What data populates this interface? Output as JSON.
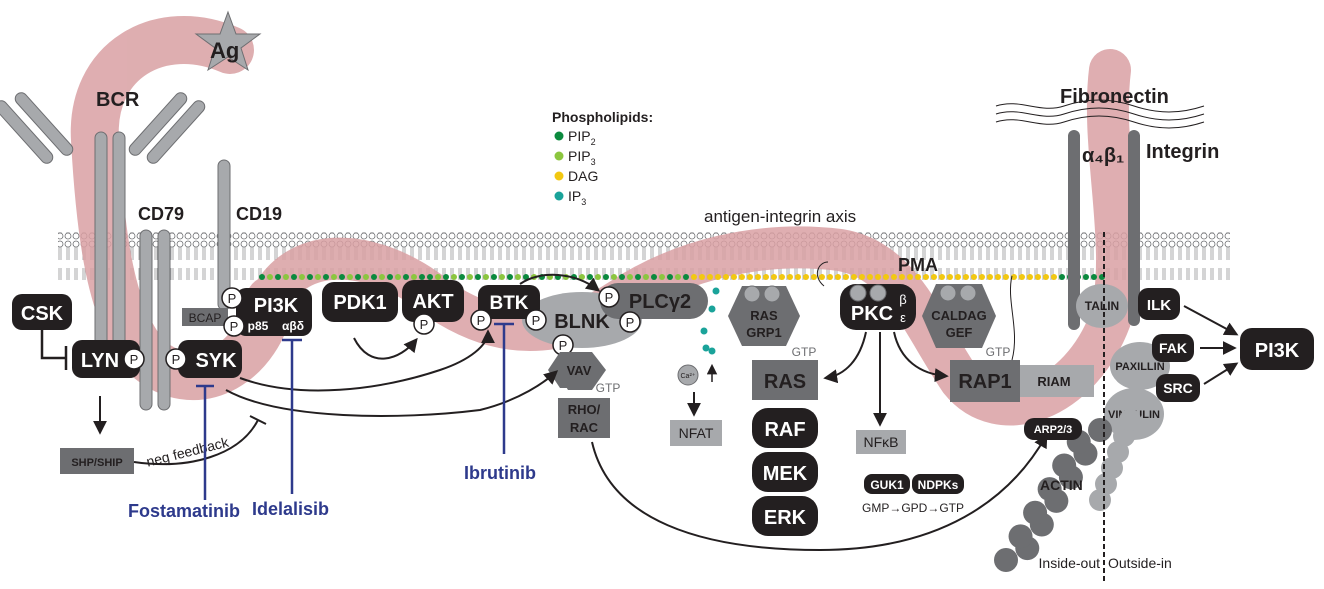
{
  "labels": {
    "ag": "Ag",
    "bcr": "BCR",
    "cd79": "CD79",
    "cd19": "CD19",
    "csk": "CSK",
    "lyn": "LYN",
    "syk": "SYK",
    "pi3k_left": "PI3K",
    "p85": "p85",
    "abd": "αβδ",
    "bcap": "BCAP",
    "pdk1": "PDK1",
    "akt": "AKT",
    "btk": "BTK",
    "blnk": "BLNK",
    "plcg2": "PLCγ2",
    "vav": "VAV",
    "vav_gtp": "GTP",
    "rho_rac_1": "RHO/",
    "rho_rac_2": "RAC",
    "shp": "SHP/SHIP",
    "neg_feedback": "neg feedback",
    "fostamatinib": "Fostamatinib",
    "idelalisib": "Idelalisib",
    "ibrutinib": "Ibrutinib",
    "p": "P",
    "nfat": "NFAT",
    "ca": "Ca²⁺",
    "ras_grp1_1": "RAS",
    "ras_grp1_2": "GRP1",
    "ras": "RAS",
    "ras_gtp": "GTP",
    "raf": "RAF",
    "mek": "MEK",
    "erk": "ERK",
    "pkc": "PKC",
    "pkc_beta": "β",
    "pkc_eps": "ε",
    "caldag_1": "CALDAG",
    "caldag_2": "GEF",
    "rap1": "RAP1",
    "rap1_gtp": "GTP",
    "pma": "PMA",
    "nfkb": "NFκB",
    "guk1": "GUK1",
    "ndpks": "NDPKs",
    "gmp_line": "GMP→GPD→GTP",
    "axis": "antigen-integrin axis",
    "phospholipids": "Phospholipids:",
    "pip2": "PIP",
    "pip2_sub": "2",
    "pip3": "PIP",
    "pip3_sub": "3",
    "dag": "DAG",
    "ip3": "IP",
    "ip3_sub": "3",
    "fibronectin": "Fibronectin",
    "a4b1": "α₄β₁",
    "integrin": "Integrin",
    "talin": "TALIN",
    "ilk": "ILK",
    "fak": "FAK",
    "src": "SRC",
    "paxillin": "PAXILLIN",
    "vinculin": "VINCULIN",
    "riam": "RIAM",
    "arp": "ARP2/3",
    "actin": "ACTIN",
    "pi3k_right": "PI3K",
    "inside_out": "Inside-out",
    "outside_in": "Outside-in"
  },
  "colors": {
    "dark_node": "#231f20",
    "grey_node": "#6d6e71",
    "light_grey": "#a7a9ac",
    "pink_path": "#d9a0a3",
    "drug_blue": "#2e3a8c",
    "pip2": "#0b8a3e",
    "pip3": "#8cc63f",
    "dag": "#f2c811",
    "ip3": "#1aa39a"
  }
}
